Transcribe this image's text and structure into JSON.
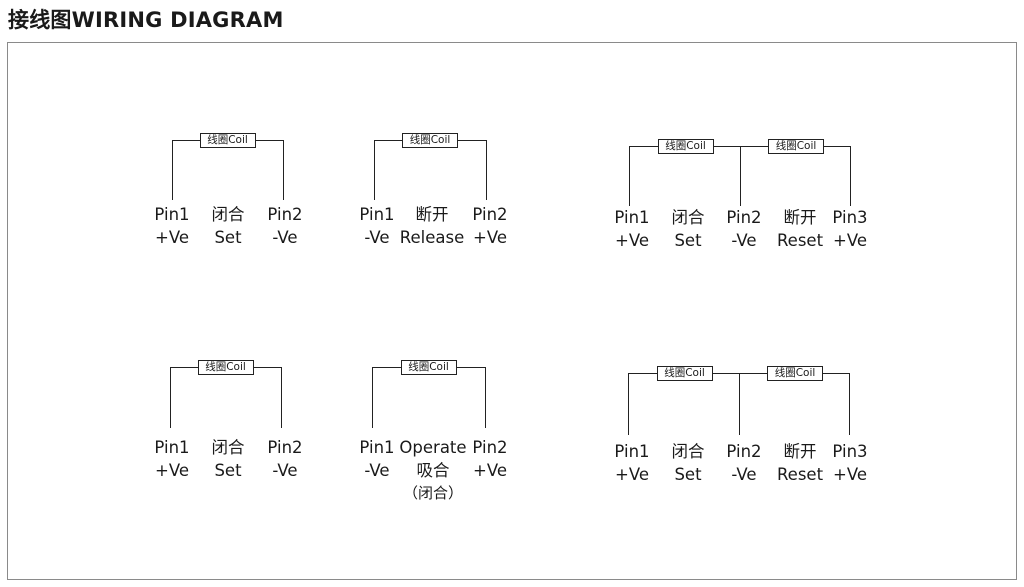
{
  "title": "接线图WIRING DIAGRAM",
  "coil_label": "线圈Coil",
  "diagrams": [
    {
      "labels": [
        [
          "Pin1",
          "+Ve"
        ],
        [
          "闭合",
          "Set"
        ],
        [
          "Pin2",
          "-Ve"
        ]
      ]
    },
    {
      "labels": [
        [
          "Pin1",
          "-Ve"
        ],
        [
          "断开",
          "Release"
        ],
        [
          "Pin2",
          "+Ve"
        ]
      ]
    },
    {
      "labels": [
        [
          "Pin1",
          "+Ve"
        ],
        [
          "闭合",
          "Set"
        ],
        [
          "Pin2",
          "-Ve"
        ],
        [
          "断开",
          "Reset"
        ],
        [
          "Pin3",
          "+Ve"
        ]
      ]
    },
    {
      "labels": [
        [
          "Pin1",
          "+Ve"
        ],
        [
          "闭合",
          "Set"
        ],
        [
          "Pin2",
          "-Ve"
        ]
      ]
    },
    {
      "labels": [
        [
          "Pin1",
          "-Ve"
        ],
        [
          "Operate",
          "吸合",
          "（闭合）"
        ],
        [
          "Pin2",
          "+Ve"
        ]
      ]
    },
    {
      "labels": [
        [
          "Pin1",
          "+Ve"
        ],
        [
          "闭合",
          "Set"
        ],
        [
          "Pin2",
          "-Ve"
        ],
        [
          "断开",
          "Reset"
        ],
        [
          "Pin3",
          "+Ve"
        ]
      ]
    }
  ]
}
